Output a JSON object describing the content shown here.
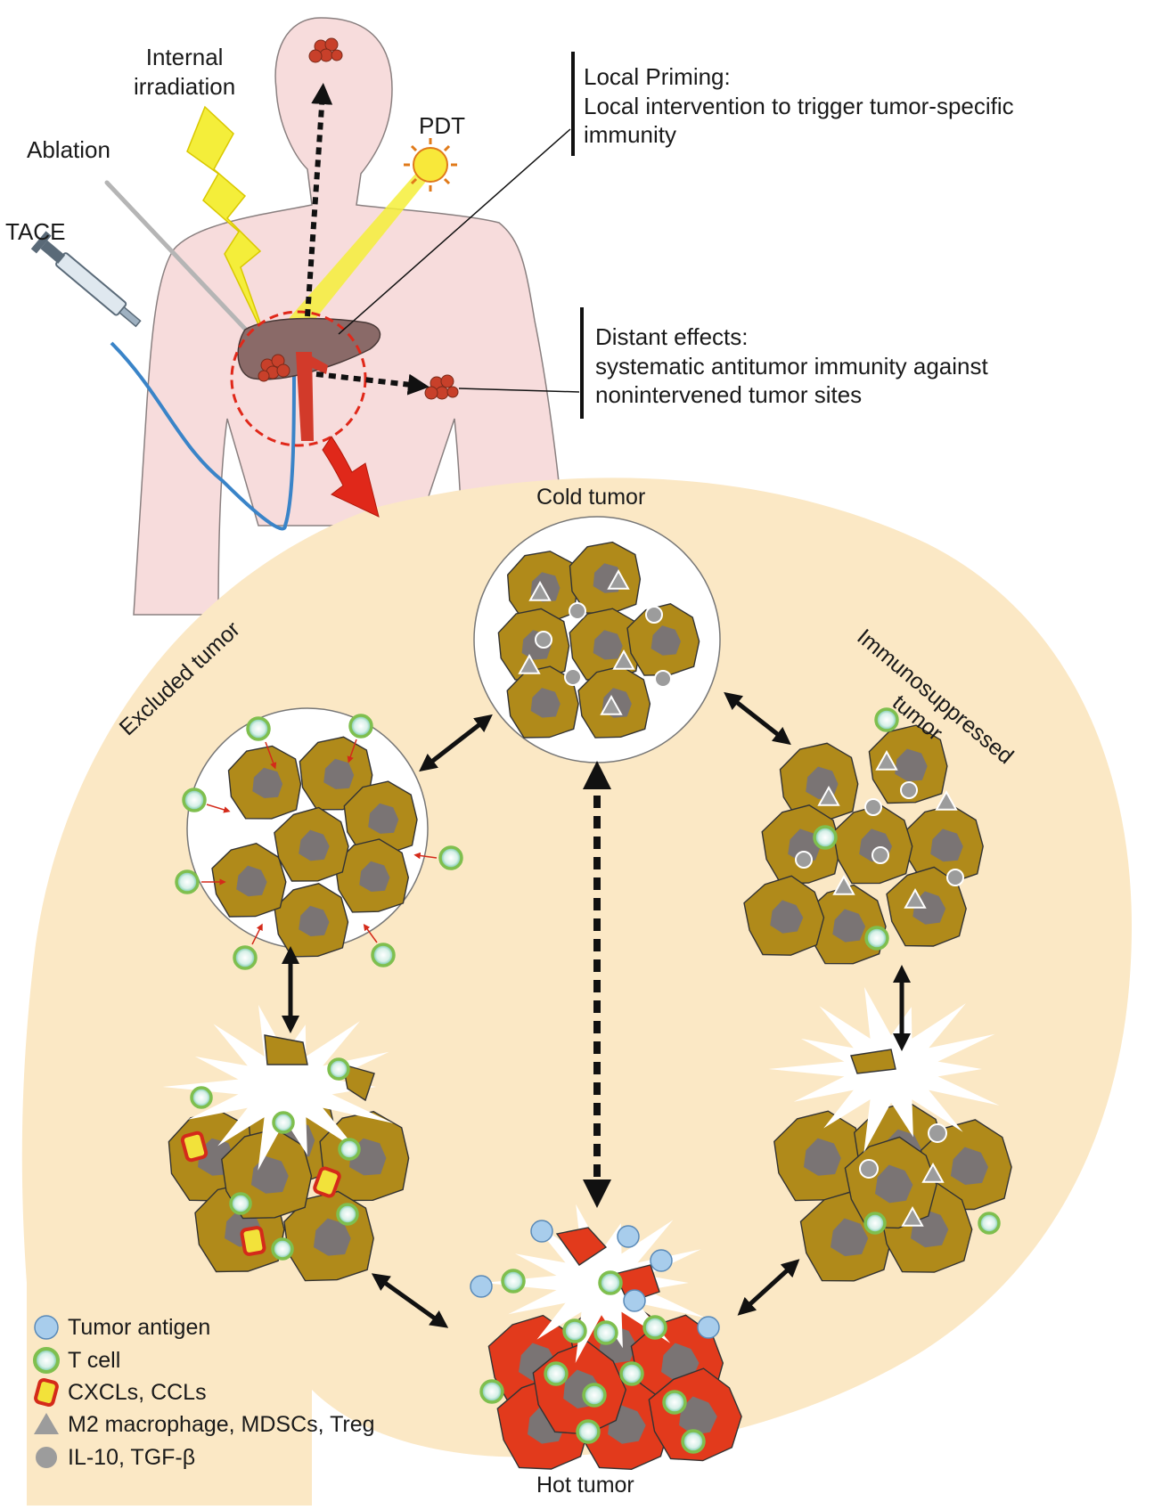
{
  "treatments": {
    "internal_irradiation": [
      "Internal",
      "irradiation"
    ],
    "ablation": "Ablation",
    "tace": "TACE",
    "pdt": "PDT"
  },
  "callouts": {
    "local_priming": [
      "Local Priming:",
      "Local intervention to trigger tumor-specific",
      "immunity"
    ],
    "distant_effects": [
      "Distant effects:",
      "systematic antitumor immunity against",
      "nonintervened tumor sites"
    ]
  },
  "tumor_states": {
    "cold": "Cold tumor",
    "excluded": "Excluded tumor",
    "immunosuppressed": [
      "Immunosuppressed",
      "tumor"
    ],
    "hot": "Hot tumor"
  },
  "legend": [
    {
      "symbol": "tumor-antigen",
      "label": "Tumor antigen"
    },
    {
      "symbol": "t-cell",
      "label": "T cell"
    },
    {
      "symbol": "chemokine",
      "label": "CXCLs, CCLs"
    },
    {
      "symbol": "suppressor-cell",
      "label": "M2 macrophage, MDSCs, Treg"
    },
    {
      "symbol": "cytokine",
      "label": "IL-10, TGF-β"
    }
  ],
  "colors": {
    "body": "#f7dcdc",
    "microenvironment": "#fbe8c5",
    "tumor_cell": "#b08a1a",
    "nucleus": "#7a7474",
    "hot_tumor_cell": "#e23a1c",
    "tumor_antigen": "#a8cdec",
    "t_cell_ring": "#7fbf4e",
    "chemokine": "#f2e23a",
    "chemokine_border": "#d42a1a",
    "suppressor": "#9c9c9c",
    "arrow_red": "#e0281a",
    "catheter": "#3a84c8"
  }
}
